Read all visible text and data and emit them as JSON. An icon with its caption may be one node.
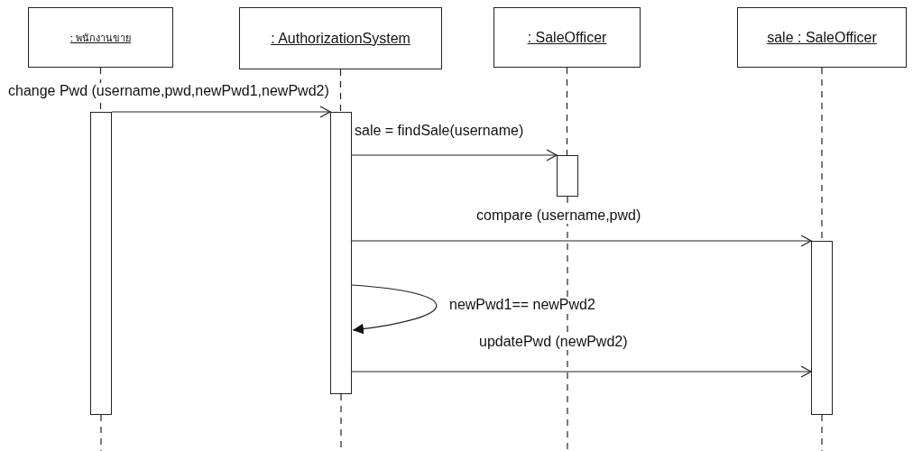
{
  "diagram": {
    "nodes": [
      {
        "text": [
          ": พนักงานขาย"
        ]
      },
      {
        "text": [
          ": AuthorizationSystem"
        ]
      },
      {
        "text": [
          ": SaleOfficer"
        ]
      },
      {
        "text": [
          "sale : SaleOfficer"
        ]
      },
      {
        "text": [],
        "shape": "bar"
      },
      {
        "text": [],
        "shape": "bar"
      },
      {
        "text": [],
        "shape": "bar"
      },
      {
        "text": [],
        "shape": "bar"
      }
    ],
    "edges": [
      {
        "from": 0,
        "to": 4,
        "arrow": "none",
        "style": "dashed"
      },
      {
        "from": 1,
        "to": 5,
        "arrow": "none",
        "style": "dashed"
      },
      {
        "from": 2,
        "to": 6,
        "arrow": "none",
        "style": "dashed"
      },
      {
        "from": 3,
        "to": 7,
        "arrow": "none",
        "style": "dashed"
      },
      {
        "from": 4,
        "to": 5,
        "arrow": "to",
        "label": "change Pwd (username,pwd,newPwd1,newPwd2)"
      },
      {
        "from": 5,
        "to": 6,
        "arrow": "to",
        "label": "sale = findSale(username)"
      },
      {
        "from": 5,
        "to": 7,
        "arrow": "to",
        "label": "compare (username,pwd)"
      },
      {
        "from": 5,
        "to": 5,
        "arrow": "to",
        "label": "newPwd1== newPwd2"
      },
      {
        "from": 5,
        "to": 7,
        "arrow": "to",
        "label": "updatePwd (newPwd2)"
      }
    ]
  }
}
